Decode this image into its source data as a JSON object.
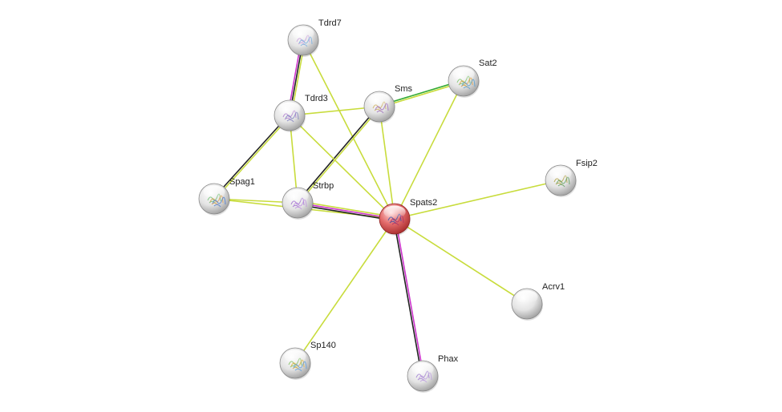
{
  "network": {
    "nodes": [
      {
        "id": "Tdrd7",
        "label": "Tdrd7",
        "query": false
      },
      {
        "id": "Sat2",
        "label": "Sat2",
        "query": false
      },
      {
        "id": "Sms",
        "label": "Sms",
        "query": false
      },
      {
        "id": "Tdrd3",
        "label": "Tdrd3",
        "query": false
      },
      {
        "id": "Fsip2",
        "label": "Fsip2",
        "query": false
      },
      {
        "id": "Spag1",
        "label": "Spag1",
        "query": false
      },
      {
        "id": "Strbp",
        "label": "Strbp",
        "query": false
      },
      {
        "id": "Spats2",
        "label": "Spats2",
        "query": true
      },
      {
        "id": "Acrv1",
        "label": "Acrv1",
        "query": false
      },
      {
        "id": "Sp140",
        "label": "Sp140",
        "query": false
      },
      {
        "id": "Phax",
        "label": "Phax",
        "query": false
      }
    ],
    "edges": [
      {
        "source": "Tdrd7",
        "target": "Tdrd3",
        "colors": [
          "#c8dc3c",
          "#222222",
          "#cc33cc"
        ]
      },
      {
        "source": "Tdrd7",
        "target": "Spats2",
        "colors": [
          "#c8dc3c"
        ]
      },
      {
        "source": "Sat2",
        "target": "Sms",
        "colors": [
          "#c8dc3c",
          "#33aa33"
        ]
      },
      {
        "source": "Sat2",
        "target": "Spats2",
        "colors": [
          "#c8dc3c"
        ]
      },
      {
        "source": "Sms",
        "target": "Tdrd3",
        "colors": [
          "#c8dc3c"
        ]
      },
      {
        "source": "Sms",
        "target": "Strbp",
        "colors": [
          "#c8dc3c",
          "#222222"
        ]
      },
      {
        "source": "Sms",
        "target": "Spats2",
        "colors": [
          "#c8dc3c"
        ]
      },
      {
        "source": "Tdrd3",
        "target": "Spag1",
        "colors": [
          "#c8dc3c",
          "#222222"
        ]
      },
      {
        "source": "Tdrd3",
        "target": "Strbp",
        "colors": [
          "#c8dc3c"
        ]
      },
      {
        "source": "Tdrd3",
        "target": "Spats2",
        "colors": [
          "#c8dc3c"
        ]
      },
      {
        "source": "Spag1",
        "target": "Strbp",
        "colors": [
          "#c8dc3c"
        ]
      },
      {
        "source": "Spag1",
        "target": "Spats2",
        "colors": [
          "#c8dc3c"
        ]
      },
      {
        "source": "Strbp",
        "target": "Spats2",
        "colors": [
          "#c8dc3c",
          "#cc33cc",
          "#222222"
        ]
      },
      {
        "source": "Fsip2",
        "target": "Spats2",
        "colors": [
          "#c8dc3c"
        ]
      },
      {
        "source": "Acrv1",
        "target": "Spats2",
        "colors": [
          "#c8dc3c"
        ]
      },
      {
        "source": "Sp140",
        "target": "Spats2",
        "colors": [
          "#c8dc3c"
        ]
      },
      {
        "source": "Phax",
        "target": "Spats2",
        "colors": [
          "#222222",
          "#cc33cc"
        ]
      }
    ],
    "colors": {
      "node_default": "#d9d9d9",
      "node_query": "#e05a5a"
    }
  }
}
